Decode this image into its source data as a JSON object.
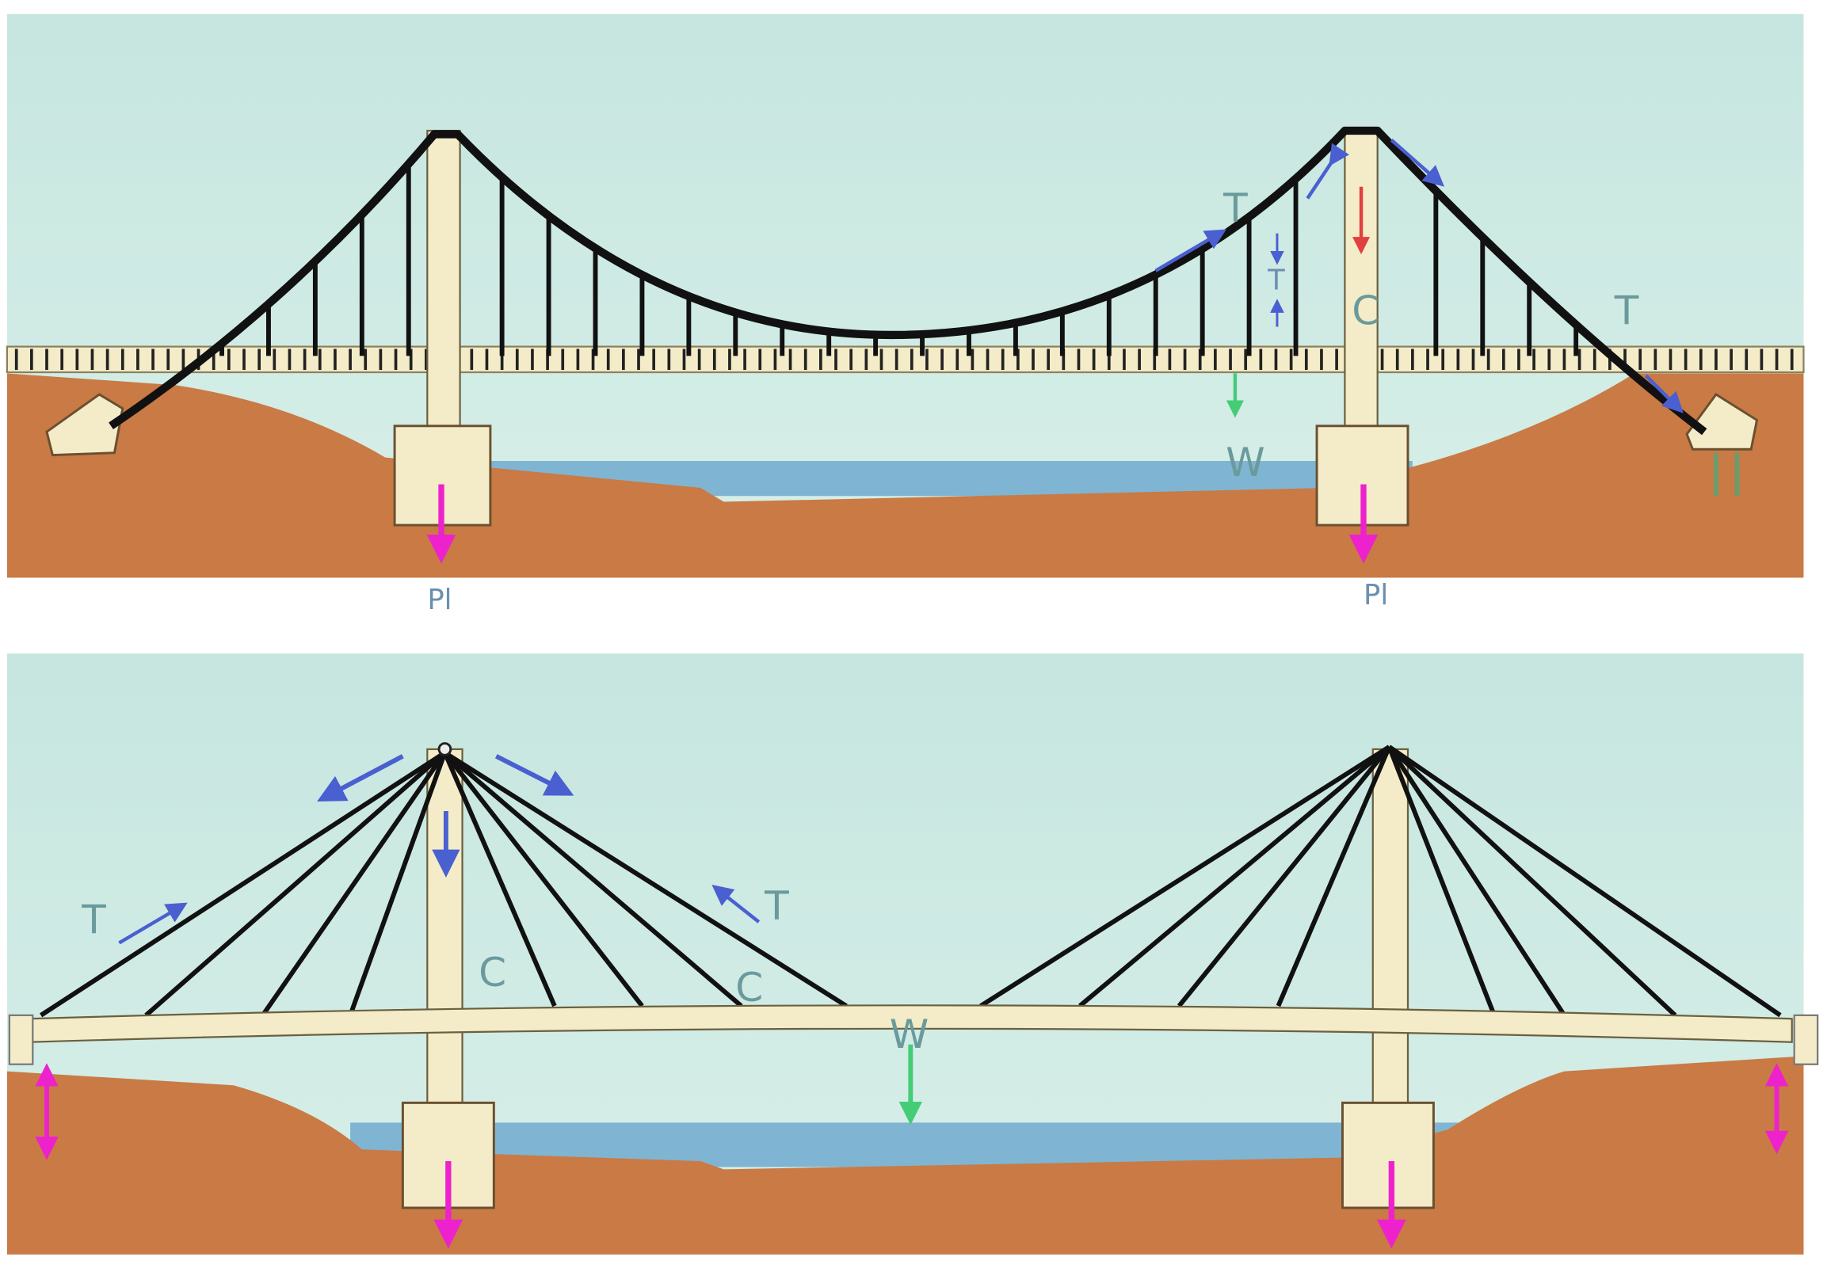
{
  "colors": {
    "sky": "#cfeae4",
    "ground": "#c97a45",
    "water": "#7fb5d2",
    "structure": "#f4ecc8",
    "cable": "#111111",
    "tension_arrow": "#4a5fd0",
    "compression_arrow": "#e04040",
    "weight_arrow": "#44cc77",
    "reaction_arrow": "#ee22cc",
    "label": "#6a9a9c"
  },
  "suspension_bridge": {
    "labels": {
      "tension_main": "T",
      "tension_hanger": "T",
      "compression_tower": "C",
      "tension_backstay": "T",
      "weight": "W",
      "pier_load_left": "Pl",
      "pier_load_right": "Pl"
    }
  },
  "cable_stayed_bridge": {
    "labels": {
      "tension_left": "T",
      "compression_tower": "C",
      "compression_deck": "C",
      "tension_right": "T",
      "weight": "W"
    }
  }
}
